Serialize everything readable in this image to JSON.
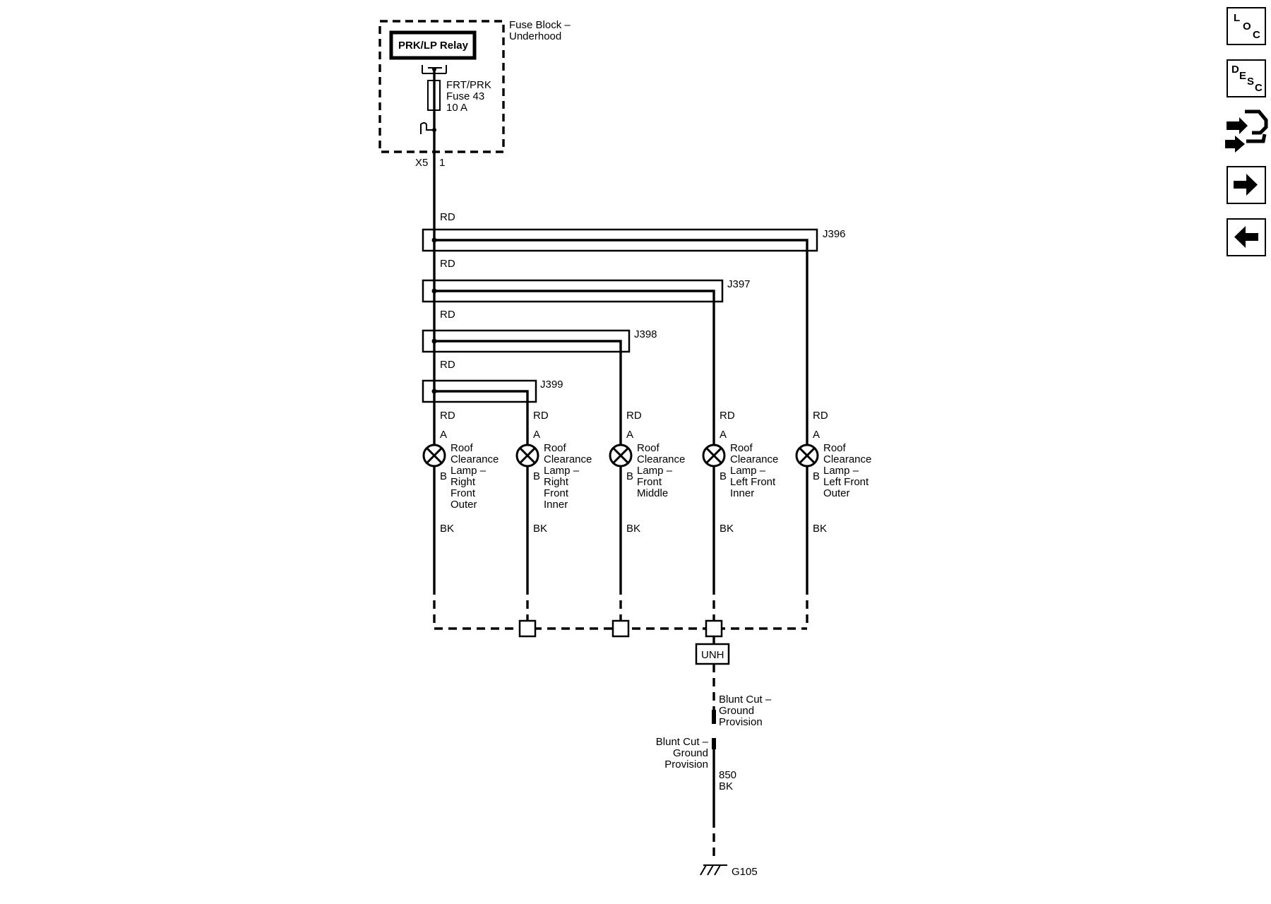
{
  "fuse_block": {
    "label_line1": "Fuse Block –",
    "label_line2": "Underhood",
    "relay": "PRK/LP Relay",
    "fuse_line1": "FRT/PRK",
    "fuse_line2": "Fuse 43",
    "fuse_line3": "10 A",
    "connector": "X5",
    "pin": "1"
  },
  "wires": {
    "feed_color": "RD",
    "ground_color": "BK"
  },
  "splices": [
    "J396",
    "J397",
    "J398",
    "J399"
  ],
  "lamps": [
    {
      "pin_a": "A",
      "pin_b": "B",
      "feed": "RD",
      "ground": "BK",
      "name": [
        "Roof",
        "Clearance",
        "Lamp –",
        "Right",
        "Front",
        "Outer"
      ]
    },
    {
      "pin_a": "A",
      "pin_b": "B",
      "feed": "RD",
      "ground": "BK",
      "name": [
        "Roof",
        "Clearance",
        "Lamp –",
        "Right",
        "Front",
        "Inner"
      ]
    },
    {
      "pin_a": "A",
      "pin_b": "B",
      "feed": "RD",
      "ground": "BK",
      "name": [
        "Roof",
        "Clearance",
        "Lamp –",
        "Front",
        "Middle"
      ]
    },
    {
      "pin_a": "A",
      "pin_b": "B",
      "feed": "RD",
      "ground": "BK",
      "name": [
        "Roof",
        "Clearance",
        "Lamp –",
        "Left Front",
        "Inner"
      ]
    },
    {
      "pin_a": "A",
      "pin_b": "B",
      "feed": "RD",
      "ground": "BK",
      "name": [
        "Roof",
        "Clearance",
        "Lamp –",
        "Left Front",
        "Outer"
      ]
    }
  ],
  "ground": {
    "unh_label": "UNH",
    "blunt_cut_upper": [
      "Blunt Cut –",
      "Ground",
      "Provision"
    ],
    "blunt_cut_lower": [
      "Blunt Cut –",
      "Ground",
      "Provision"
    ],
    "circuit": "850",
    "circuit_color": "BK",
    "ground_point": "G105"
  },
  "nav": {
    "loc": {
      "l": "L",
      "o": "O",
      "c": "C"
    },
    "desc": {
      "d": "D",
      "e": "E",
      "s": "S",
      "c": "C"
    },
    "icons": [
      "connector-end-view-icon",
      "arrow-right-icon",
      "arrow-left-icon"
    ]
  }
}
